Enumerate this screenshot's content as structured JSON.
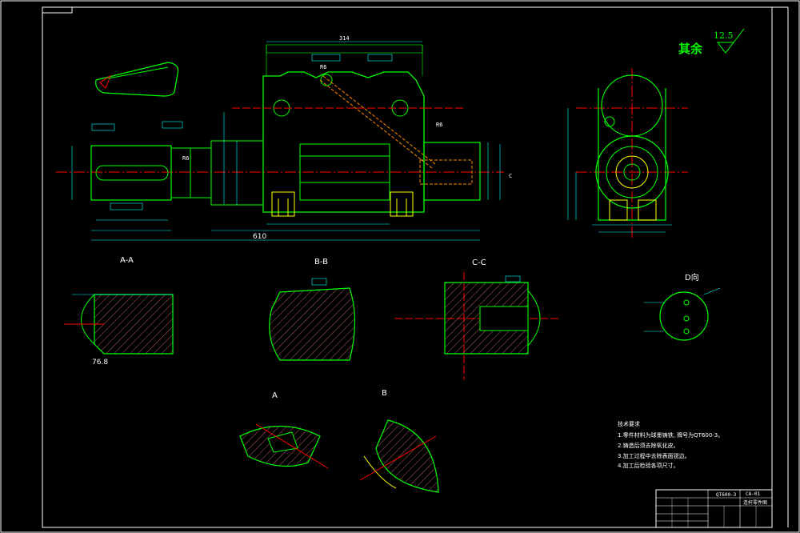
{
  "drawing": {
    "roughness": {
      "label": "其余",
      "value": "12.5"
    },
    "overall_length": "610",
    "top_dim": "314",
    "radius_labels": {
      "r6_a": "R6",
      "r6_b": "R6",
      "r6_c": "R6"
    },
    "small_dims": [
      "76.8",
      "D向"
    ],
    "section_labels": {
      "aa": "A-A",
      "bb": "B-B",
      "cc": "C-C",
      "d_view": "D向",
      "a": "A",
      "b": "B"
    },
    "section_mark_c": "C",
    "tech_requirements": {
      "title": "技术要求",
      "items": [
        "1.零件材料为球墨铸铁, 牌号为QT600-3。",
        "2.铸造后须去除氧化皮。",
        "3.加工过程中去除表面锐边。",
        "4.加工后检验各项尺寸。"
      ]
    },
    "title_block": {
      "drawing_no": "CA-01",
      "part_name": "连杆零件图",
      "material": "QT600-3"
    }
  }
}
